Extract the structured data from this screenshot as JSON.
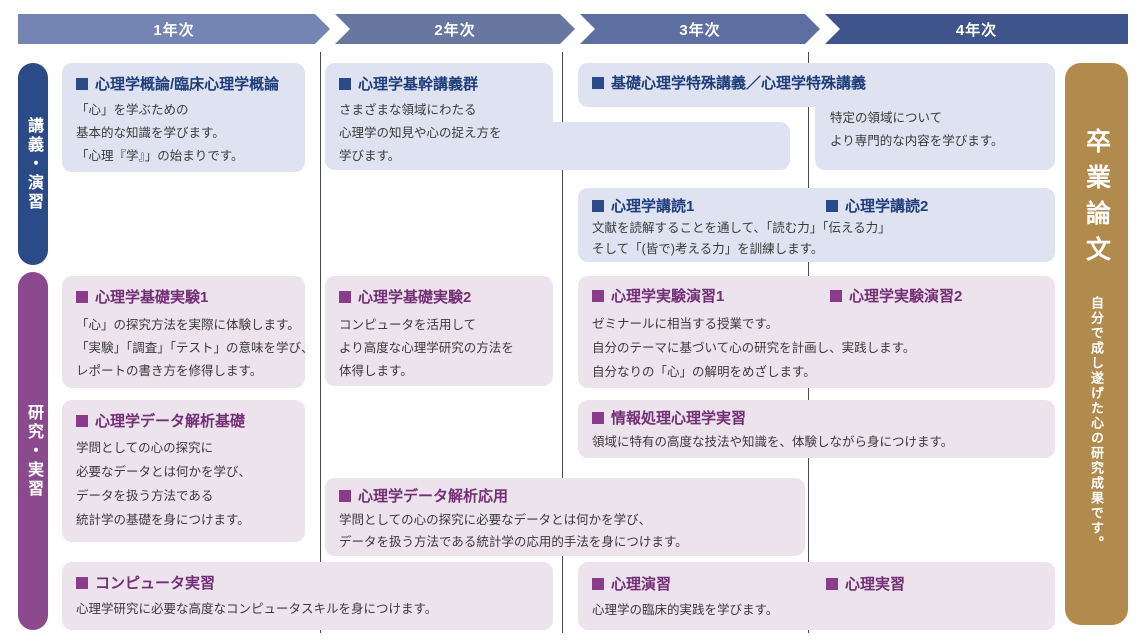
{
  "banner": {
    "segments": [
      {
        "label": "1年次"
      },
      {
        "label": "2年次"
      },
      {
        "label": "3年次"
      },
      {
        "label": "4年次"
      }
    ]
  },
  "sidebar": {
    "lecture_label": "講義・演習",
    "research_label": "研究・実習"
  },
  "thesis": {
    "title": "卒業論文",
    "subtitle": "自分で成し遂げた心の研究成果です。"
  },
  "courses": {
    "intro": {
      "title": "心理学概論/臨床心理学概論",
      "desc": [
        "「心」を学ぶための",
        "基本的な知識を学びます。",
        "「心理『学』」の始まりです。"
      ]
    },
    "core": {
      "title": "心理学基幹講義群",
      "desc": [
        "さまざまな領域にわたる",
        "心理学の知見や心の捉え方を",
        "学びます。"
      ]
    },
    "special": {
      "title": "基礎心理学特殊講義／心理学特殊講義",
      "desc": [
        "特定の領域について",
        "より専門的な内容を学びます。"
      ]
    },
    "reading": {
      "title1": "心理学講読1",
      "title2": "心理学講読2",
      "desc": [
        "文献を読解することを通して、「読む力」「伝える力」",
        "そして「(皆で)考える力」を訓練します。"
      ]
    },
    "exp1": {
      "title": "心理学基礎実験1",
      "desc": [
        "「心」の探究方法を実際に体験します。",
        "「実験」「調査」「テスト」の意味を学び、",
        "レポートの書き方を修得します。"
      ]
    },
    "exp2": {
      "title": "心理学基礎実験2",
      "desc": [
        "コンピュータを活用して",
        "より高度な心理学研究の方法を",
        "体得します。"
      ]
    },
    "seminar": {
      "title1": "心理学実験演習1",
      "title2": "心理学実験演習2",
      "desc": [
        "ゼミナールに相当する授業です。",
        "自分のテーマに基づいて心の研究を計画し、実践します。",
        "自分なりの「心」の解明をめざします。"
      ]
    },
    "data_basic": {
      "title": "心理学データ解析基礎",
      "desc": [
        "学問としての心の探究に",
        "必要なデータとは何かを学び、",
        "データを扱う方法である",
        "統計学の基礎を身につけます。"
      ]
    },
    "info": {
      "title": "情報処理心理学実習",
      "desc": [
        "領域に特有の高度な技法や知識を、体験しながら身につけます。"
      ]
    },
    "data_applied": {
      "title": "心理学データ解析応用",
      "desc": [
        "学問としての心の探究に必要なデータとは何かを学び、",
        "データを扱う方法である統計学の応用的手法を身につけます。"
      ]
    },
    "computer": {
      "title": "コンピュータ実習",
      "desc": [
        "心理学研究に必要な高度なコンピュータスキルを身につけます。"
      ]
    },
    "clinical": {
      "title1": "心理演習",
      "title2": "心理実習",
      "desc": [
        "心理学の臨床的実践を学びます。"
      ]
    }
  },
  "colors": {
    "year1": "#7484b3",
    "year2": "#67779f",
    "year3": "#5d6fa0",
    "year4": "#3f548a",
    "lecture_bar": "#2b4a88",
    "lecture_card_bg": "#dfe3f1",
    "lecture_title_text": "#1e3d7a",
    "research_bar": "#8b4a8d",
    "research_card_bg": "#ece3ed",
    "research_title_text": "#732f75",
    "thesis_column": "#b18a4d",
    "divider_line": "#4a4a4a"
  }
}
